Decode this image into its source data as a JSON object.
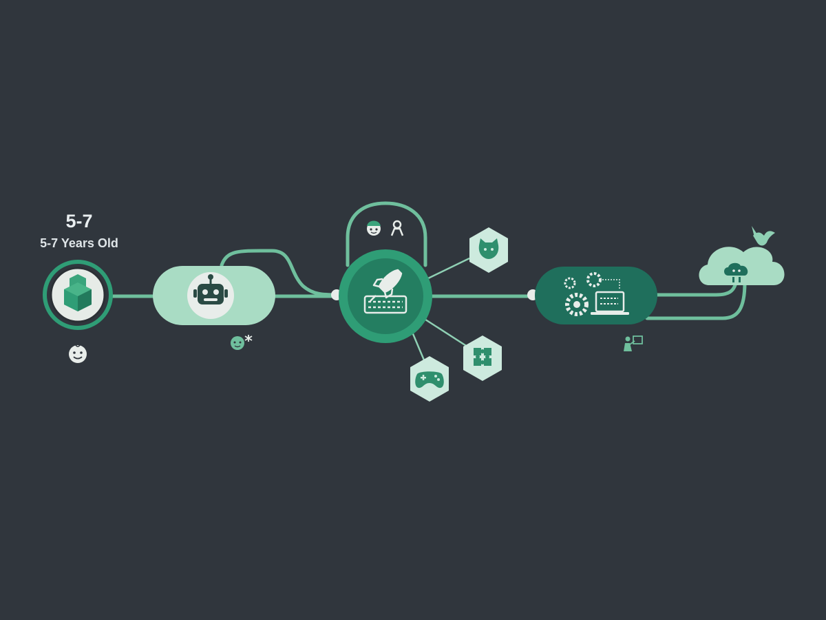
{
  "header": {
    "age_range": "5-7",
    "age_caption": "5-7 Years Old"
  },
  "colors": {
    "background": "#30363d",
    "green_dark": "#1f6f5c",
    "green_mid": "#2f9d76",
    "green_light": "#8fd0b4",
    "green_pale": "#bfe6d4",
    "line": "#6fbf9d",
    "node_white": "#e8edea"
  },
  "stages": [
    {
      "name": "stage-building-blocks",
      "icon": "cubes-icon"
    },
    {
      "name": "stage-robot",
      "icon": "robot-icon"
    },
    {
      "name": "stage-coding-hub",
      "icon": "rocket-keyboard-icon"
    },
    {
      "name": "stage-engineering",
      "icon": "gears-laptop-icon"
    },
    {
      "name": "stage-cloud",
      "icon": "cloud-network-icon"
    }
  ],
  "satellites": [
    "cat-icon",
    "puzzle-icon",
    "gamepad-icon",
    "child-face-icon",
    "person-icon"
  ],
  "markers": [
    "baby-face-icon",
    "kid-sparkle-icon",
    "presenter-icon",
    "bird-icon"
  ]
}
